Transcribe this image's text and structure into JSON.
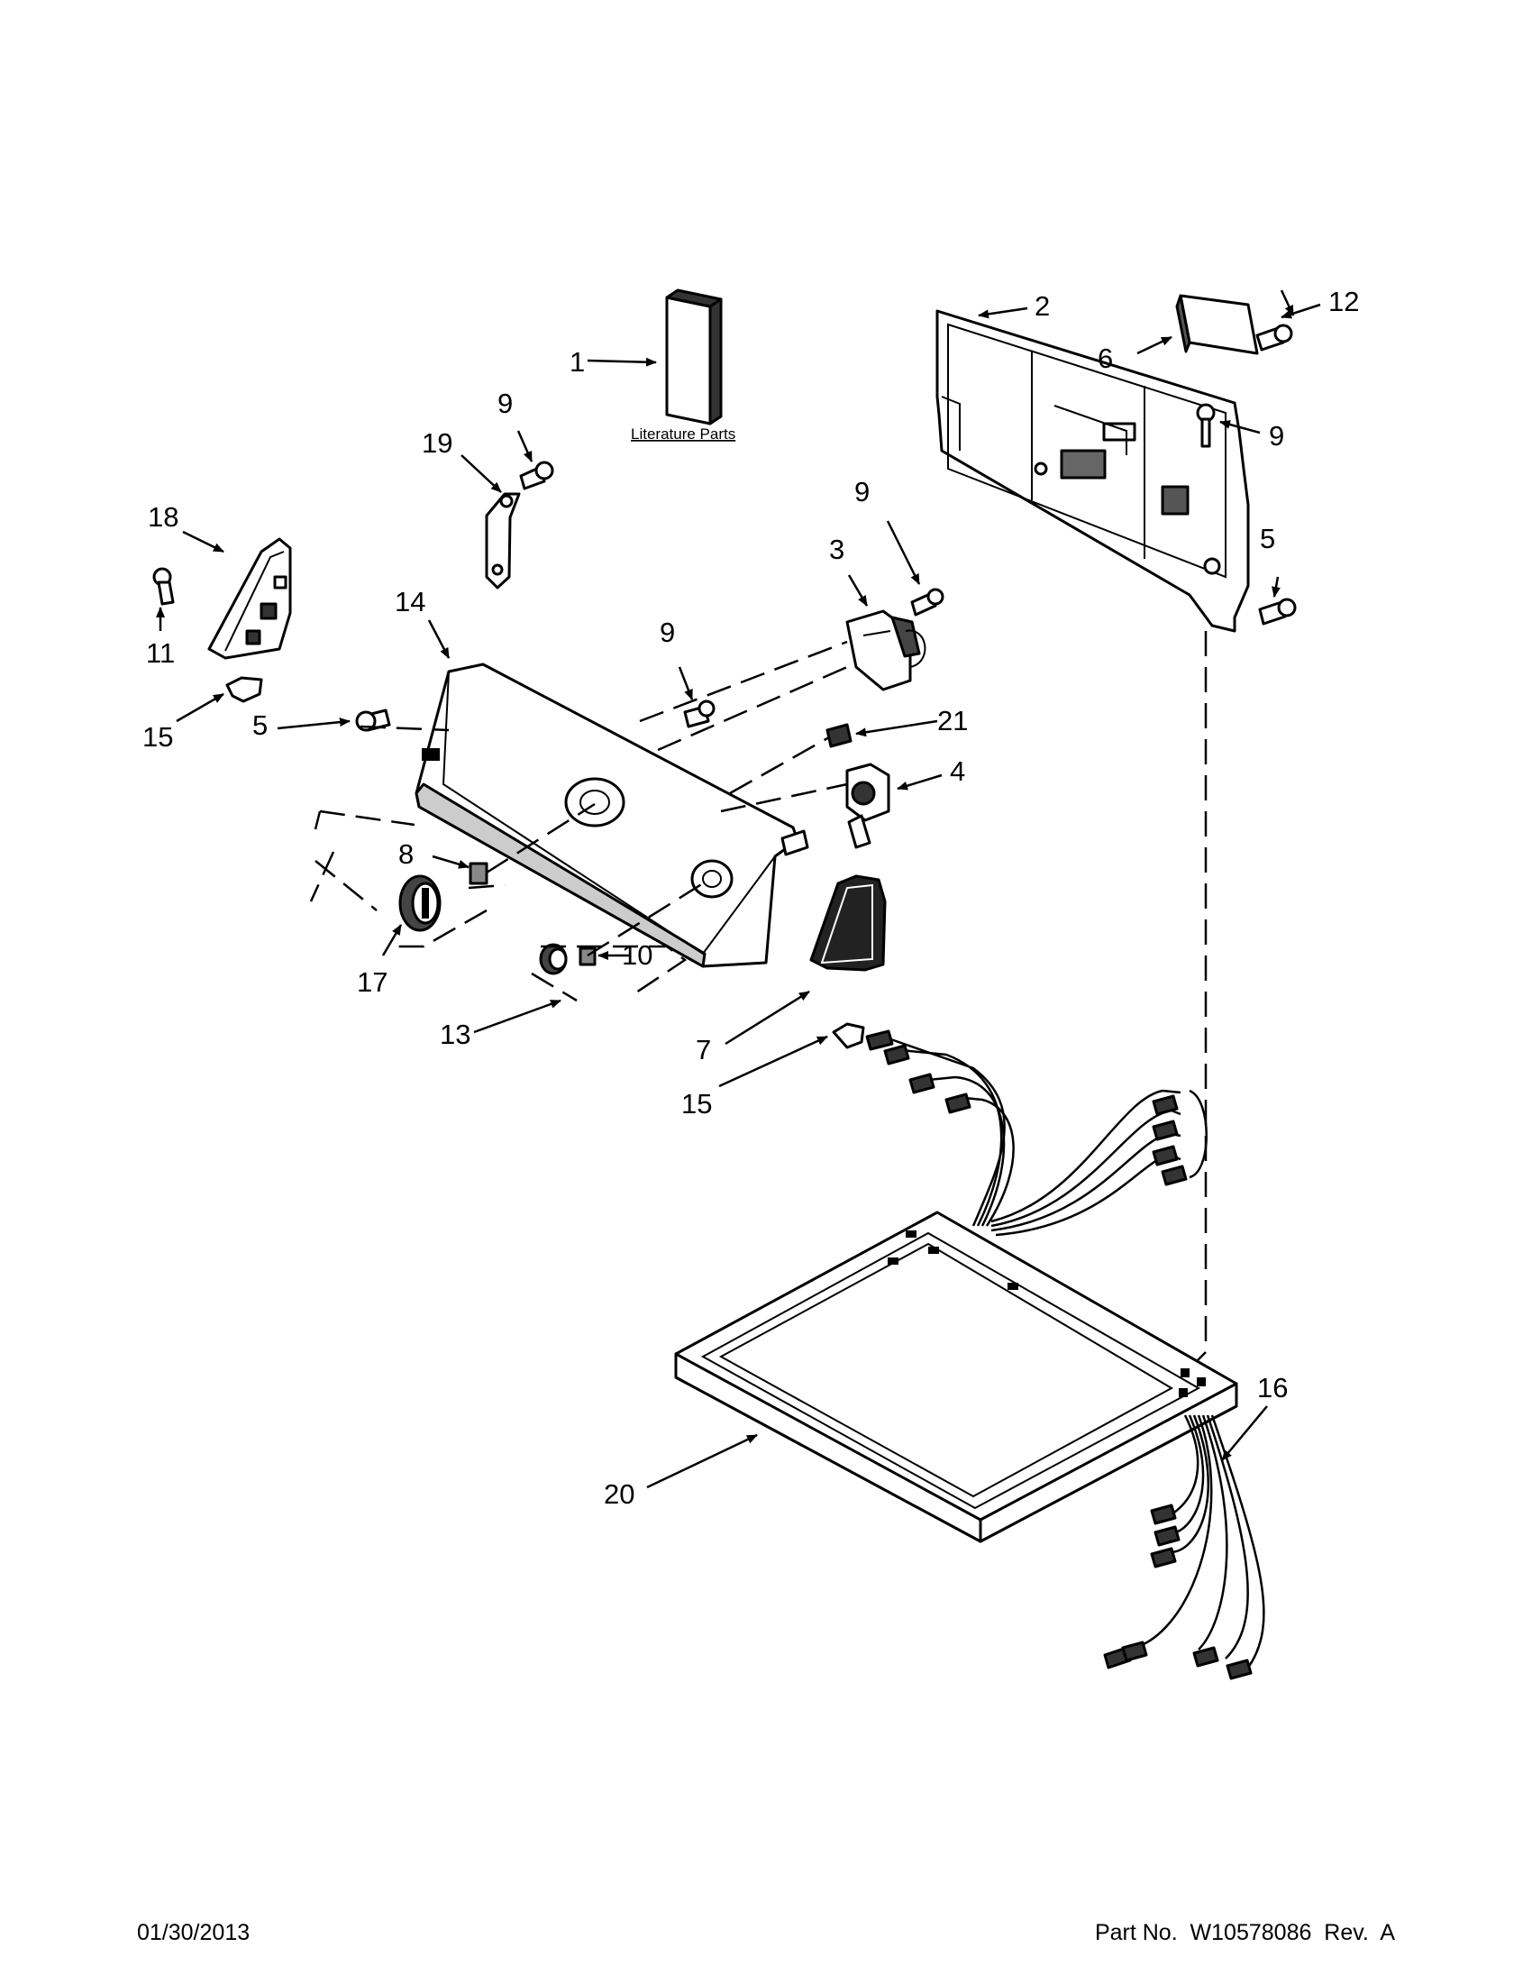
{
  "literature": {
    "label": "Literature Parts"
  },
  "callouts": [
    {
      "id": "c1",
      "label": "1"
    },
    {
      "id": "c2",
      "label": "2"
    },
    {
      "id": "c3",
      "label": "3"
    },
    {
      "id": "c4",
      "label": "4"
    },
    {
      "id": "c5a",
      "label": "5"
    },
    {
      "id": "c5b",
      "label": "5"
    },
    {
      "id": "c6",
      "label": "6"
    },
    {
      "id": "c7",
      "label": "7"
    },
    {
      "id": "c8",
      "label": "8"
    },
    {
      "id": "c9a",
      "label": "9"
    },
    {
      "id": "c9b",
      "label": "9"
    },
    {
      "id": "c9c",
      "label": "9"
    },
    {
      "id": "c9d",
      "label": "9"
    },
    {
      "id": "c10",
      "label": "10"
    },
    {
      "id": "c11",
      "label": "11"
    },
    {
      "id": "c12",
      "label": "12"
    },
    {
      "id": "c13",
      "label": "13"
    },
    {
      "id": "c14",
      "label": "14"
    },
    {
      "id": "c15a",
      "label": "15"
    },
    {
      "id": "c15b",
      "label": "15"
    },
    {
      "id": "c16",
      "label": "16"
    },
    {
      "id": "c17",
      "label": "17"
    },
    {
      "id": "c18",
      "label": "18"
    },
    {
      "id": "c19",
      "label": "19"
    },
    {
      "id": "c20",
      "label": "20"
    },
    {
      "id": "c21",
      "label": "21"
    }
  ],
  "footer": {
    "date": "01/30/2013",
    "part_number": "Part No.  W10578086  Rev.  A"
  }
}
